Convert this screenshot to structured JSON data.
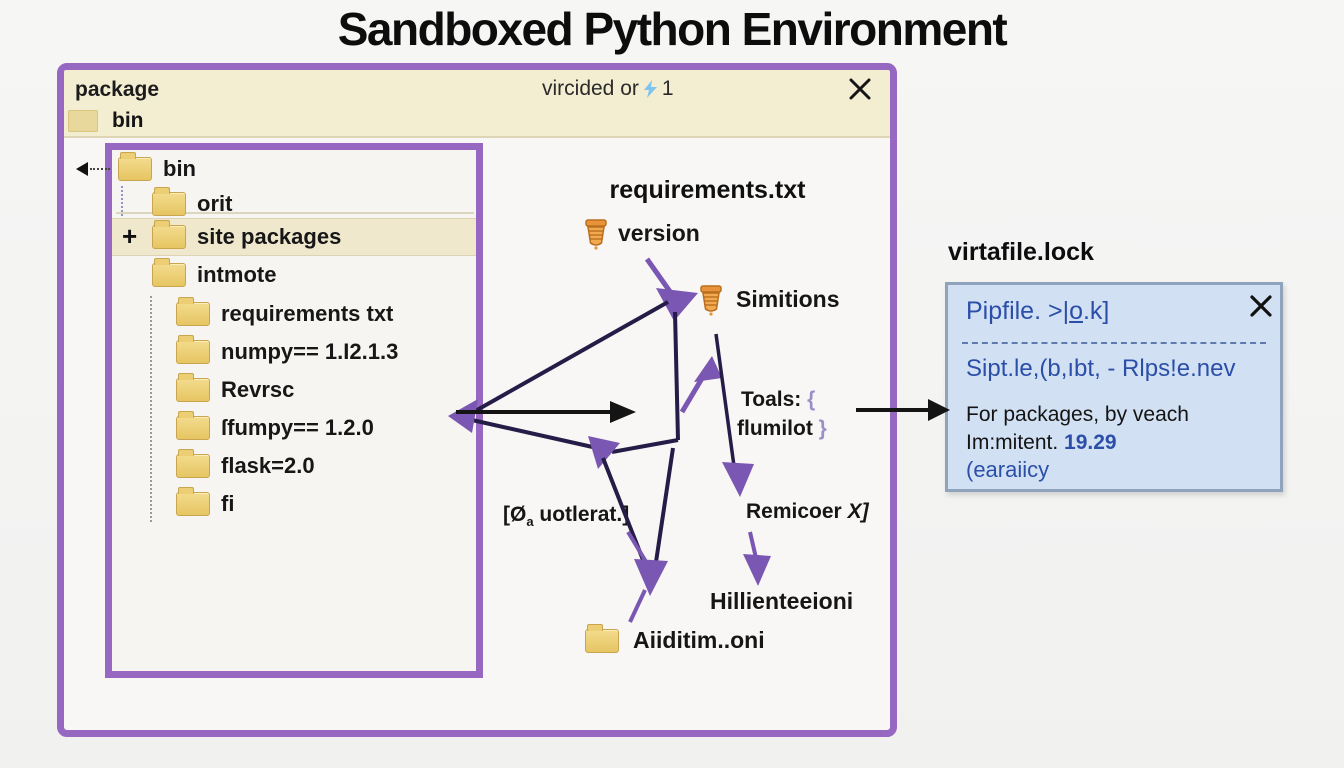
{
  "title": "Sandboxed Python Environment",
  "colors": {
    "accent_purple": "#9668c1",
    "arrow_navy": "#251d47",
    "arrow_purple": "#7a57b2",
    "header_cream": "#f3edd2",
    "box_blue_bg": "#d2e0f3",
    "blue_text": "#2b4fa8",
    "folder_yellow": "#edd078"
  },
  "window": {
    "header": {
      "left_label": "package",
      "center_label": "vircided or",
      "center_badge": "1",
      "sub_item": "bin"
    },
    "tree": {
      "items": [
        {
          "label": "bin"
        },
        {
          "label": "orit"
        },
        {
          "label": "site packages",
          "prefix": "+"
        },
        {
          "label": "intmote"
        },
        {
          "label": "requirements txt"
        },
        {
          "label": "numpy== 1.I2.1.3"
        },
        {
          "label": "Revrsc"
        },
        {
          "label": "ſfumpy== 1.2.0"
        },
        {
          "label": "flask=2.0"
        },
        {
          "label": "fi"
        }
      ]
    },
    "diagram": {
      "heading": "requirements.txt",
      "version_label": "version",
      "simitions_label": "Simitions",
      "toals_label": "Toals:",
      "toals_brace": "{",
      "flumilot_label": "flumilot",
      "flumilot_brace": "}",
      "uotlerat_prefix": "[Ø",
      "uotlerat_sub": "a",
      "uotlerat_rest": " uotlerat.]",
      "remicoer_label": "Remicoer",
      "remicoer_mark": "X]",
      "hillien_label": "Hillienteeioni",
      "aiiditim_label": "Aiiditim..oni"
    }
  },
  "right_panel": {
    "title": "virtafile.lock",
    "box": {
      "line1_pre": "Pipfile. >|",
      "line1_u": "o",
      "line1_post": ".k]",
      "line2": "Sipt.le,(b,ıbt, - Rlps!e.nev",
      "line3": "For packages, by veach",
      "line4_black": "Im:mitent.",
      "line4_blue": "19.29",
      "line5": "(earaiicy"
    }
  }
}
